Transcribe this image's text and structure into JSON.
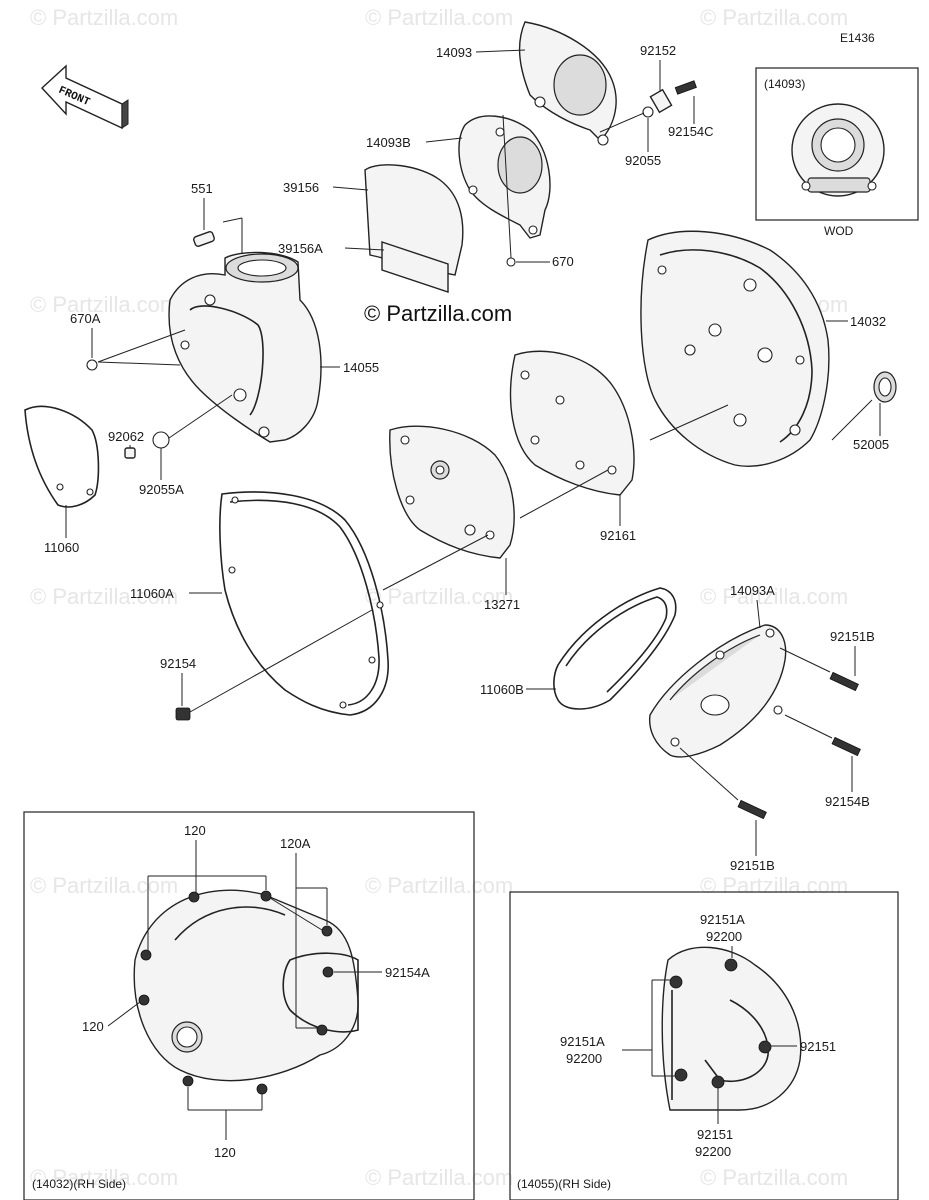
{
  "diagram_code": "E1436",
  "brand_label": "© Partzilla.com",
  "watermark_text": "© Partzilla.com",
  "front_label": "FRONT",
  "variant_label": "WOD",
  "labels": {
    "p14093": "14093",
    "p14093_box": "(14093)",
    "p14093b": "14093B",
    "p14093a": "14093A",
    "p92152": "92152",
    "p92154c": "92154C",
    "p92055": "92055",
    "p39156": "39156",
    "p39156a": "39156A",
    "p670": "670",
    "p551": "551",
    "p670a": "670A",
    "p14055": "14055",
    "p92062": "92062",
    "p92055a": "92055A",
    "p11060": "11060",
    "p11060a": "11060A",
    "p92154": "92154",
    "p14032": "14032",
    "p52005": "52005",
    "p92161": "92161",
    "p13271": "13271",
    "p11060b": "11060B",
    "p92151b_top": "92151B",
    "p92154b": "92154B",
    "p92151b_bottom": "92151B"
  },
  "rh_left": {
    "caption": "(14032)(RH Side)",
    "l120_top": "120",
    "l120a": "120A",
    "l92154a": "92154A",
    "l120_left": "120",
    "l120_bottom": "120"
  },
  "rh_right": {
    "caption": "(14055)(RH Side)",
    "top_a": "92151A",
    "top_b": "92200",
    "left_a": "92151A",
    "left_b": "92200",
    "right_a": "92151",
    "bottom_a": "92151",
    "bottom_b": "92200"
  }
}
